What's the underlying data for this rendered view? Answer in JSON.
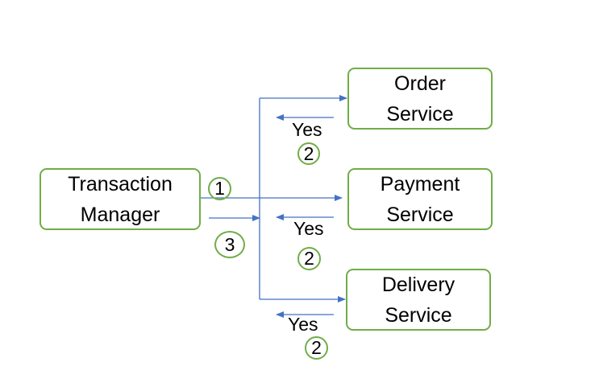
{
  "colors": {
    "box_border": "#70ad47",
    "arrow": "#4472c4",
    "text": "#000000"
  },
  "nodes": {
    "transaction_manager": {
      "line1": "Transaction",
      "line2": "Manager"
    },
    "order_service": {
      "line1": "Order",
      "line2": "Service"
    },
    "payment_service": {
      "line1": "Payment",
      "line2": "Service"
    },
    "delivery_service": {
      "line1": "Delivery",
      "line2": "Service"
    }
  },
  "replies": {
    "order": "Yes",
    "payment": "Yes",
    "delivery": "Yes"
  },
  "steps": {
    "prepare": "1",
    "vote_order": "2",
    "vote_payment": "2",
    "vote_delivery": "2",
    "commit": "3"
  }
}
